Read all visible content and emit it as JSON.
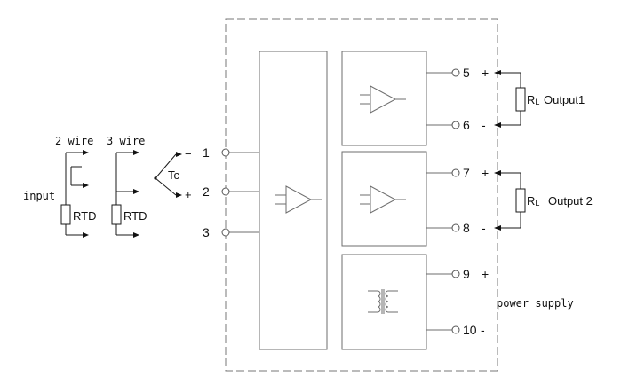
{
  "input": {
    "label": "input",
    "two_wire": "2 wire",
    "three_wire": "3 wire",
    "rtd_label": "RTD",
    "tc_label": "Tc",
    "minus": "−",
    "plus": "+"
  },
  "terminals": {
    "t1": "1",
    "t2": "2",
    "t3": "3",
    "t5": "5",
    "t6": "6",
    "t7": "7",
    "t8": "8",
    "t9": "9",
    "t10": "10"
  },
  "polarity": {
    "p5": "+",
    "p6": "-",
    "p7": "+",
    "p8": "-",
    "p9": "+",
    "p10": "-"
  },
  "outputs": {
    "r_main": "R",
    "r_sub": "L",
    "output1": "Output1",
    "output2": "Output 2"
  },
  "power": {
    "label": "power supply"
  }
}
